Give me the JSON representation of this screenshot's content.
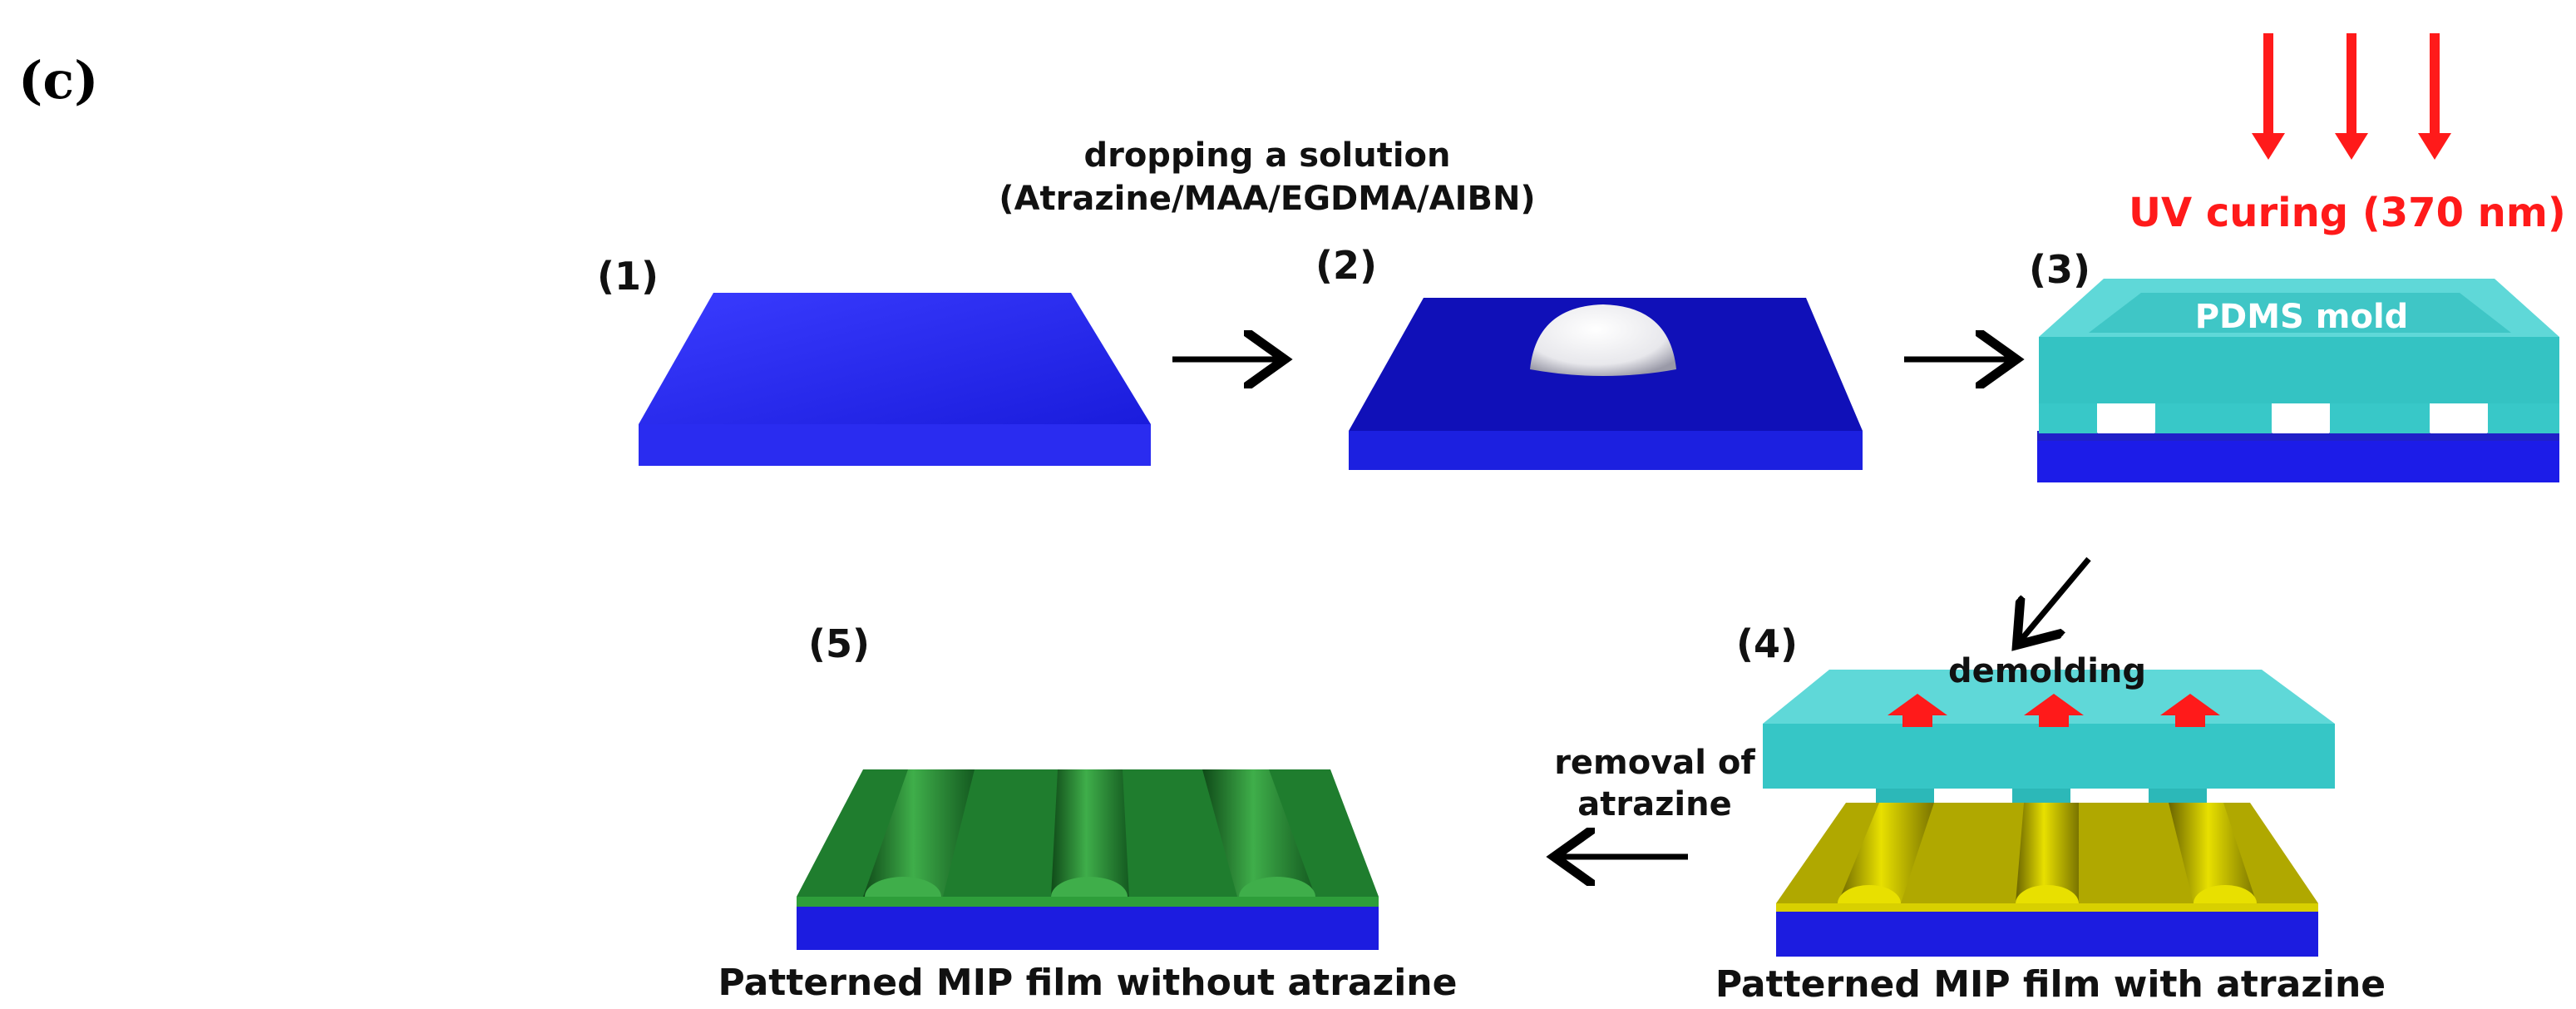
{
  "panel_label": "(c)",
  "steps": {
    "s1": {
      "number": "(1)"
    },
    "s2": {
      "number": "(2)"
    },
    "s3": {
      "number": "(3)",
      "mold_label": "PDMS mold"
    },
    "s4": {
      "number": "(4)",
      "caption": "Patterned MIP film with atrazine"
    },
    "s5": {
      "number": "(5)",
      "caption": "Patterned MIP film without atrazine"
    }
  },
  "annotations": {
    "drop_line1": "dropping a solution",
    "drop_line2": "(Atrazine/MAA/EGDMA/AIBN)",
    "uv": "UV curing (370 nm)",
    "demolding": "demolding",
    "removal_line1": "removal of",
    "removal_line2": "atrazine"
  },
  "colors": {
    "substrate_blue": "#1b1fd6",
    "substrate_dark": "#0b10b5",
    "mold_cyan": "#35c8c8",
    "mip_yellow": "#c8c000",
    "film_green": "#1f7d2e",
    "uv_red": "#ff1a1a",
    "arrow_black": "#000000"
  }
}
